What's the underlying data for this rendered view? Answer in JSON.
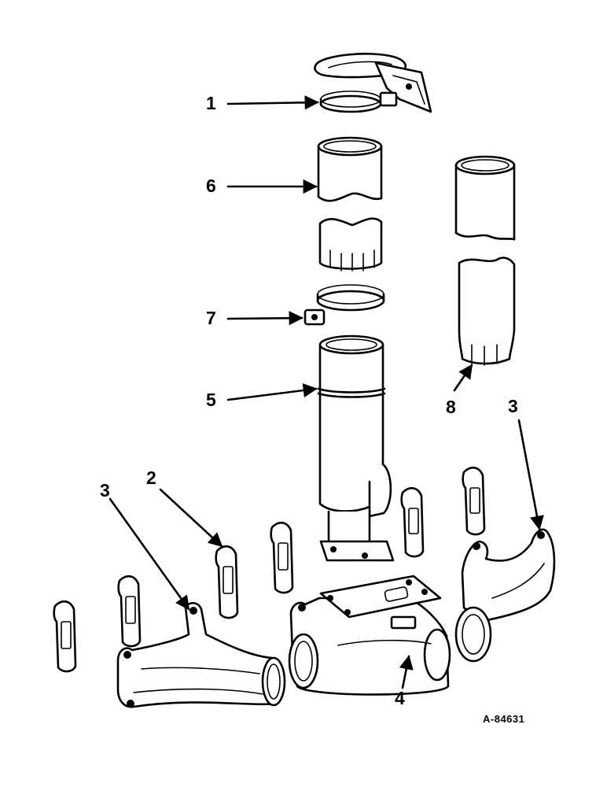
{
  "figure": {
    "reference_code": "A-84631"
  },
  "callouts": {
    "c1": "1",
    "c2": "2",
    "c3_left": "3",
    "c3_right": "3",
    "c4": "4",
    "c5": "5",
    "c6": "6",
    "c7": "7",
    "c8": "8"
  }
}
